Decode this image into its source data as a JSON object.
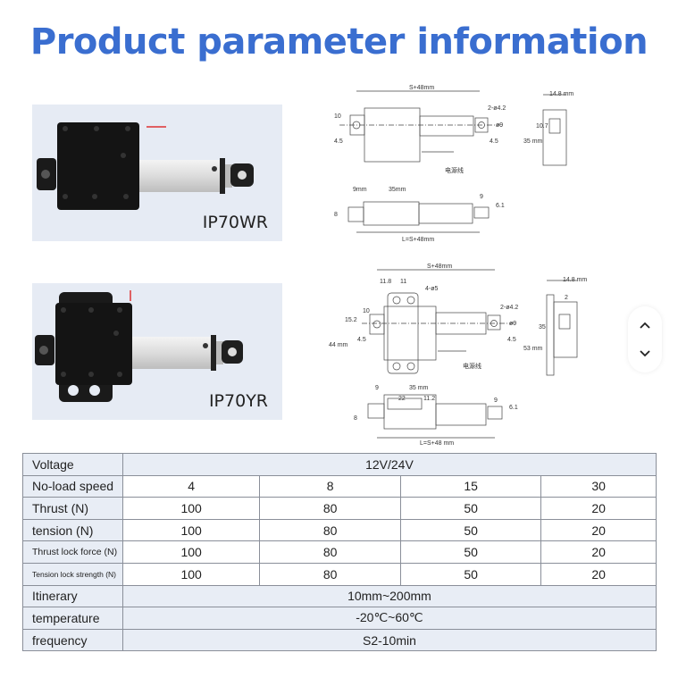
{
  "title": "Product parameter information",
  "products": [
    {
      "model": "IP70WR"
    },
    {
      "model": "IP70YR"
    }
  ],
  "drawings": {
    "wr": {
      "top_length": "S+48mm",
      "hole": "2-ø4.2",
      "dim_10": "10",
      "dim_45a": "4.5",
      "dim_45b": "4.5",
      "dim_9": "ø9",
      "wire": "电源线",
      "side_width": "14.8 mm",
      "side_107": "10.7",
      "side_height": "35 mm",
      "bottom_9mm": "9mm",
      "bottom_35mm": "35mm",
      "bottom_9": "9",
      "bottom_61": "6.1",
      "bottom_8": "8",
      "bottom_length": "L=S+48mm"
    },
    "yr": {
      "top_length": "S+48mm",
      "d118": "11.8",
      "d11": "11",
      "holes4": "4-ø5",
      "hole": "2-ø4.2",
      "d152": "15.2",
      "d10": "10",
      "d44": "44 mm",
      "d45a": "4.5",
      "d45b": "4.5",
      "d9": "ø9",
      "wire": "电源线",
      "side_width": "14.8 mm",
      "side_2": "2",
      "side_53": "53 mm",
      "side_35": "35",
      "bottom_9a": "9",
      "bottom_35mm": "35 mm",
      "bottom_22": "22",
      "bottom_112": "11.2",
      "bottom_9": "9",
      "bottom_61": "6.1",
      "bottom_8": "8",
      "bottom_length": "L=S+48 mm"
    }
  },
  "table": {
    "rows": [
      {
        "label": "Voltage",
        "span": "12V/24V"
      },
      {
        "label": "No-load speed",
        "values": [
          "4",
          "8",
          "15",
          "30"
        ]
      },
      {
        "label": "Thrust (N)",
        "values": [
          "100",
          "80",
          "50",
          "20"
        ]
      },
      {
        "label": "tension (N)",
        "values": [
          "100",
          "80",
          "50",
          "20"
        ]
      },
      {
        "label": "Thrust lock force (N)",
        "values": [
          "100",
          "80",
          "50",
          "20"
        ]
      },
      {
        "label": "Tension lock strength (N)",
        "values": [
          "100",
          "80",
          "50",
          "20"
        ]
      },
      {
        "label": "Itinerary",
        "span": "10mm~200mm"
      },
      {
        "label": "temperature",
        "span": "-20℃~60℃"
      },
      {
        "label": "frequency",
        "span": "S2-10min"
      }
    ]
  },
  "scroll": {
    "up_icon": "chevron-up-icon",
    "down_icon": "chevron-down-icon"
  },
  "colors": {
    "title": "#3a6ed0",
    "panel": "#e6ebf4",
    "label_cell": "#e8edf5"
  }
}
